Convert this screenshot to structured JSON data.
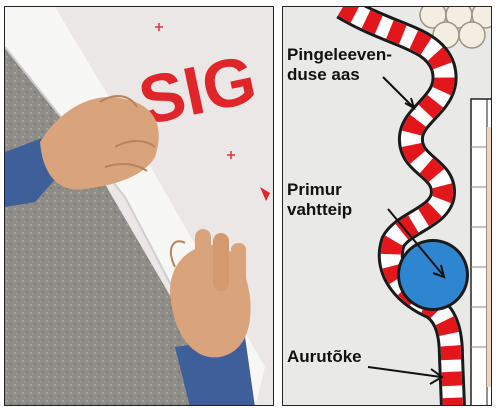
{
  "photo": {
    "wall_text": "SIG"
  },
  "labels": {
    "tension_zone_line1": "Pingeleeven-",
    "tension_zone_line2": "duse aas",
    "primer_line1": "Primur",
    "primer_line2": "vahtteip",
    "vapor_groove": "Aurutõke"
  },
  "colors": {
    "tape_red": "#e3161c",
    "foam_blue": "#2e86d1",
    "panel_grey": "#e9e9e8",
    "skin": "#d9a47c",
    "sleeve": "#3f5f9a"
  }
}
